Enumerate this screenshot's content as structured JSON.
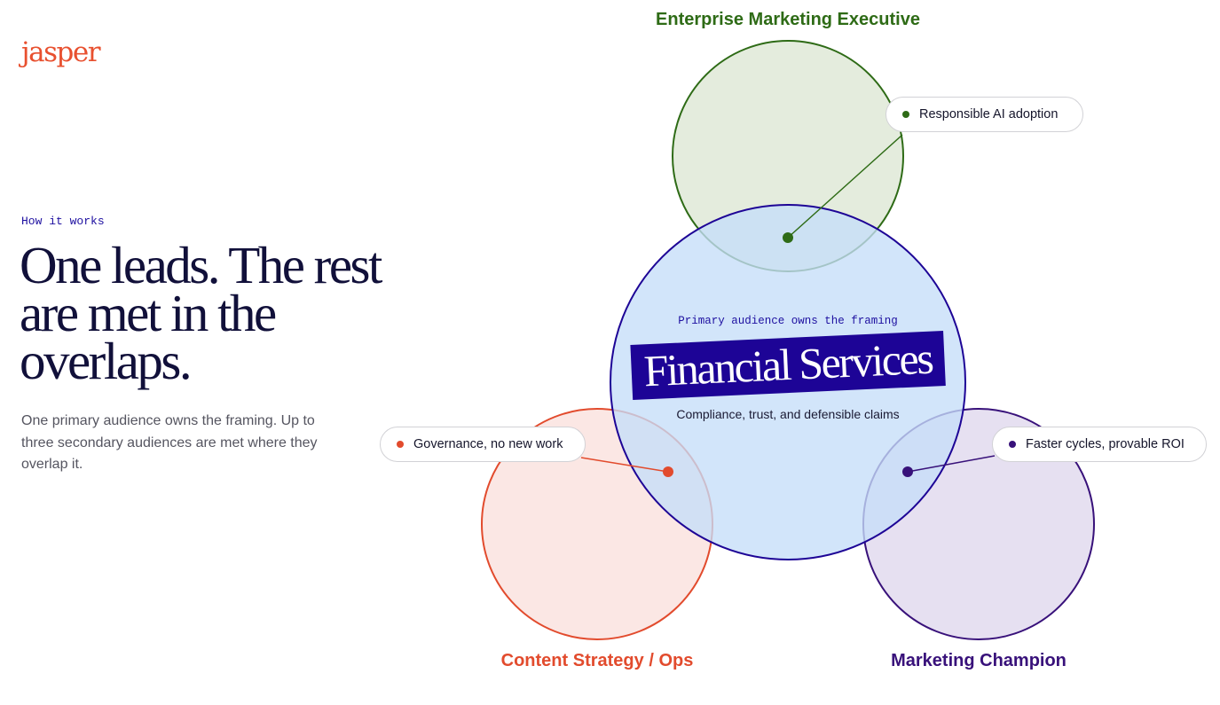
{
  "brand": {
    "logo_text": "jasper",
    "logo_color": "#e8502f"
  },
  "hero": {
    "eyebrow": "How it works",
    "headline": "One leads. The rest are met in the overlaps.",
    "description": "One primary audience owns the framing. Up to three secondary audiences are met where they overlap it."
  },
  "diagram": {
    "primary": {
      "caption": "Primary audience owns the framing",
      "name": "Financial Services",
      "subtitle": "Compliance, trust, and defensible claims",
      "color": "#1d0496",
      "fill": "#cfe3fb"
    },
    "secondary": [
      {
        "name": "Enterprise Marketing Executive",
        "overlap_label": "Responsible AI adoption",
        "color": "#2e6b16",
        "fill": "#e4ecdd"
      },
      {
        "name": "Content Strategy / Ops",
        "overlap_label": "Governance, no new work",
        "color": "#e24b2d",
        "fill": "#fbe7e4"
      },
      {
        "name": "Marketing Champion",
        "overlap_label": "Faster cycles, provable ROI",
        "color": "#38117a",
        "fill": "#e6e0f1"
      }
    ]
  }
}
